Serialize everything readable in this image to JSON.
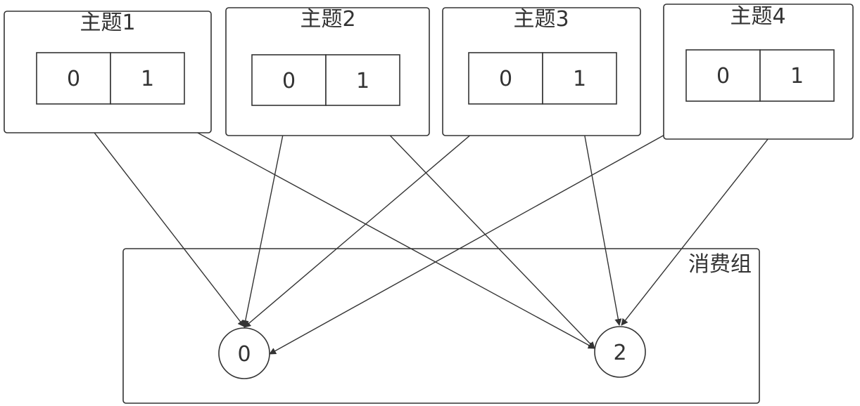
{
  "topics": [
    {
      "name": "主题1",
      "partitions": [
        "0",
        "1"
      ]
    },
    {
      "name": "主题2",
      "partitions": [
        "0",
        "1"
      ]
    },
    {
      "name": "主题3",
      "partitions": [
        "0",
        "1"
      ]
    },
    {
      "name": "主题4",
      "partitions": [
        "0",
        "1"
      ]
    }
  ],
  "consumer_group": {
    "label": "消费组",
    "consumers": [
      "0",
      "2"
    ]
  },
  "assignments": [
    {
      "topic": 0,
      "partition": 0,
      "consumer": 0
    },
    {
      "topic": 0,
      "partition": 1,
      "consumer": 1
    },
    {
      "topic": 1,
      "partition": 0,
      "consumer": 0
    },
    {
      "topic": 1,
      "partition": 1,
      "consumer": 1
    },
    {
      "topic": 2,
      "partition": 0,
      "consumer": 0
    },
    {
      "topic": 2,
      "partition": 1,
      "consumer": 1
    },
    {
      "topic": 3,
      "partition": 0,
      "consumer": 0
    },
    {
      "topic": 3,
      "partition": 1,
      "consumer": 1
    }
  ],
  "colors": {
    "stroke": "#333333",
    "background": "#ffffff"
  }
}
